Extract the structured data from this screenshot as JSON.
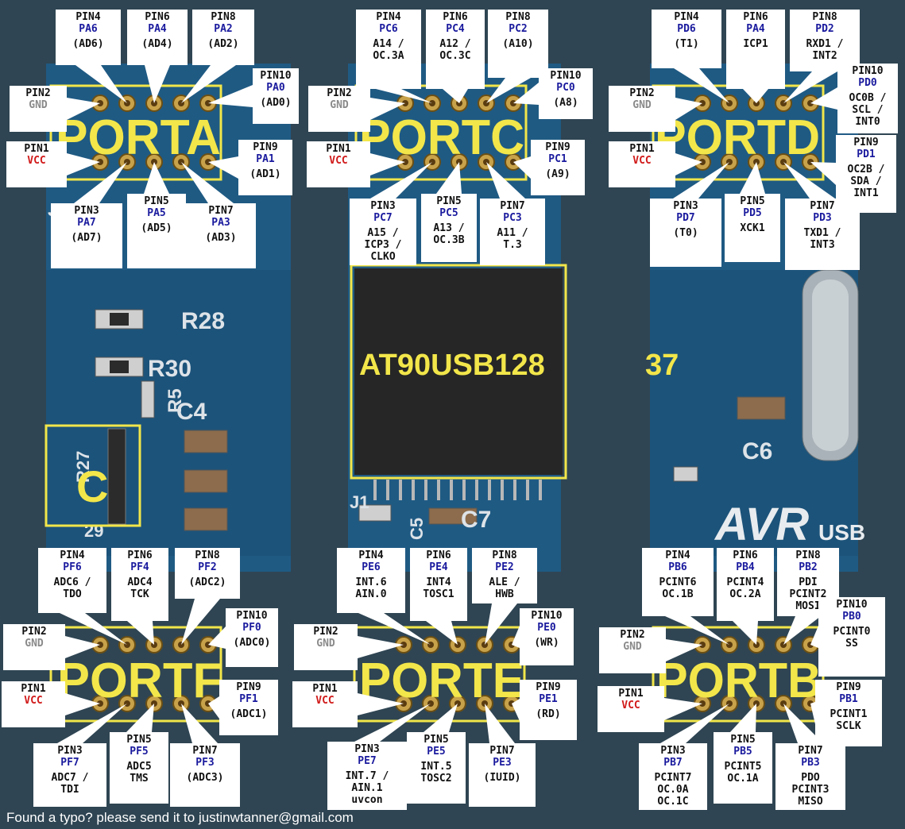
{
  "colors": {
    "background": "#2f4553",
    "pcb": "#1f5a83",
    "label_yellow": "#f2e64a",
    "pin_blue": "#1a1a9e",
    "vcc_red": "#d11a1a",
    "gnd_gray": "#8a8a8a",
    "callout_white": "#ffffff"
  },
  "board_text": {
    "chip_label": "AT90USB128",
    "chip_label_tail": "37",
    "r28": "R28",
    "r30": "R30",
    "r5": "R5",
    "c4": "C4",
    "r27": "R27",
    "r29": "29",
    "c_big": "C",
    "j7": "J7",
    "c6": "C6",
    "c5": "C5",
    "c7": "C7",
    "j1": "J1",
    "avr_logo": "AVR",
    "usb_logo": "USB"
  },
  "ports": {
    "porta": {
      "title": "PORTA",
      "pin1": {
        "pin": "PIN1",
        "port": "VCC"
      },
      "pin2": {
        "pin": "PIN2",
        "port": "GND"
      },
      "pin3": {
        "pin": "PIN3",
        "port": "PA7",
        "func": "(AD7)"
      },
      "pin4": {
        "pin": "PIN4",
        "port": "PA6",
        "func": "(AD6)"
      },
      "pin5": {
        "pin": "PIN5",
        "port": "PA5",
        "func": "(AD5)"
      },
      "pin6": {
        "pin": "PIN6",
        "port": "PA4",
        "func": "(AD4)"
      },
      "pin7": {
        "pin": "PIN7",
        "port": "PA3",
        "func": "(AD3)"
      },
      "pin8": {
        "pin": "PIN8",
        "port": "PA2",
        "func": "(AD2)"
      },
      "pin9": {
        "pin": "PIN9",
        "port": "PA1",
        "func": "(AD1)"
      },
      "pin10": {
        "pin": "PIN10",
        "port": "PA0",
        "func": "(AD0)"
      }
    },
    "portc": {
      "title": "PORTC",
      "pin1": {
        "pin": "PIN1",
        "port": "VCC"
      },
      "pin2": {
        "pin": "PIN2",
        "port": "GND"
      },
      "pin3": {
        "pin": "PIN3",
        "port": "PC7",
        "func": "A15 /",
        "func2": "ICP3 /",
        "func3": "CLKO"
      },
      "pin4": {
        "pin": "PIN4",
        "port": "PC6",
        "func": "A14 /",
        "func2": "OC.3A"
      },
      "pin5": {
        "pin": "PIN5",
        "port": "PC5",
        "func": "A13 /",
        "func2": "OC.3B"
      },
      "pin6": {
        "pin": "PIN6",
        "port": "PC4",
        "func": "A12 /",
        "func2": "OC.3C"
      },
      "pin7": {
        "pin": "PIN7",
        "port": "PC3",
        "func": "A11 /",
        "func2": "T.3"
      },
      "pin8": {
        "pin": "PIN8",
        "port": "PC2",
        "func": "(A10)"
      },
      "pin9": {
        "pin": "PIN9",
        "port": "PC1",
        "func": "(A9)"
      },
      "pin10": {
        "pin": "PIN10",
        "port": "PC0",
        "func": "(A8)"
      }
    },
    "portd": {
      "title": "PORTD",
      "pin1": {
        "pin": "PIN1",
        "port": "VCC"
      },
      "pin2": {
        "pin": "PIN2",
        "port": "GND"
      },
      "pin3": {
        "pin": "PIN3",
        "port": "PD7",
        "func": "(T0)"
      },
      "pin4": {
        "pin": "PIN4",
        "port": "PD6",
        "func": "(T1)"
      },
      "pin5": {
        "pin": "PIN5",
        "port": "PD5",
        "func": "XCK1"
      },
      "pin6": {
        "pin": "PIN6",
        "port": "PA4",
        "func": "ICP1"
      },
      "pin7": {
        "pin": "PIN7",
        "port": "PD3",
        "func": "TXD1 /",
        "func2": "INT3"
      },
      "pin8": {
        "pin": "PIN8",
        "port": "PD2",
        "func": "RXD1 /",
        "func2": "INT2"
      },
      "pin9": {
        "pin": "PIN9",
        "port": "PD1",
        "func": "OC2B /",
        "func2": "SDA /",
        "func3": "INT1"
      },
      "pin10": {
        "pin": "PIN10",
        "port": "PD0",
        "func": "OC0B /",
        "func2": "SCL /",
        "func3": "INT0"
      }
    },
    "portf": {
      "title": "PORTF",
      "pin1": {
        "pin": "PIN1",
        "port": "VCC"
      },
      "pin2": {
        "pin": "PIN2",
        "port": "GND"
      },
      "pin3": {
        "pin": "PIN3",
        "port": "PF7",
        "func": "ADC7 /",
        "func2": "TDI"
      },
      "pin4": {
        "pin": "PIN4",
        "port": "PF6",
        "func": "ADC6 /",
        "func2": "TDO"
      },
      "pin5": {
        "pin": "PIN5",
        "port": "PF5",
        "func": "ADC5",
        "func2": "TMS"
      },
      "pin6": {
        "pin": "PIN6",
        "port": "PF4",
        "func": "ADC4",
        "func2": "TCK"
      },
      "pin7": {
        "pin": "PIN7",
        "port": "PF3",
        "func": "(ADC3)"
      },
      "pin8": {
        "pin": "PIN8",
        "port": "PF2",
        "func": "(ADC2)"
      },
      "pin9": {
        "pin": "PIN9",
        "port": "PF1",
        "func": "(ADC1)"
      },
      "pin10": {
        "pin": "PIN10",
        "port": "PF0",
        "func": "(ADC0)"
      }
    },
    "porte": {
      "title": "PORTE",
      "pin1": {
        "pin": "PIN1",
        "port": "VCC"
      },
      "pin2": {
        "pin": "PIN2",
        "port": "GND"
      },
      "pin3": {
        "pin": "PIN3",
        "port": "PE7",
        "func": "INT.7 /",
        "func2": "AIN.1",
        "func3": "uvcon"
      },
      "pin4": {
        "pin": "PIN4",
        "port": "PE6",
        "func": "INT.6",
        "func2": "AIN.0"
      },
      "pin5": {
        "pin": "PIN5",
        "port": "PE5",
        "func": "INT.5",
        "func2": "TOSC2"
      },
      "pin6": {
        "pin": "PIN6",
        "port": "PE4",
        "func": "INT4",
        "func2": "TOSC1"
      },
      "pin7": {
        "pin": "PIN7",
        "port": "PE3",
        "func": "(IUID)"
      },
      "pin8": {
        "pin": "PIN8",
        "port": "PE2",
        "func": "ALE /",
        "func2": "HWB"
      },
      "pin9": {
        "pin": "PIN9",
        "port": "PE1",
        "func": "(RD)"
      },
      "pin10": {
        "pin": "PIN10",
        "port": "PE0",
        "func": "(WR)"
      }
    },
    "portb": {
      "title": "PORTB",
      "pin1": {
        "pin": "PIN1",
        "port": "VCC"
      },
      "pin2": {
        "pin": "PIN2",
        "port": "GND"
      },
      "pin3": {
        "pin": "PIN3",
        "port": "PB7",
        "func": "PCINT7",
        "func2": "OC.0A",
        "func3": "OC.1C"
      },
      "pin4": {
        "pin": "PIN4",
        "port": "PB6",
        "func": "PCINT6",
        "func2": "OC.1B"
      },
      "pin5": {
        "pin": "PIN5",
        "port": "PB5",
        "func": "PCINT5",
        "func2": "OC.1A"
      },
      "pin6": {
        "pin": "PIN6",
        "port": "PB4",
        "func": "PCINT4",
        "func2": "OC.2A"
      },
      "pin7": {
        "pin": "PIN7",
        "port": "PB3",
        "func": "PDO",
        "func2": "PCINT3",
        "func3": "MISO"
      },
      "pin8": {
        "pin": "PIN8",
        "port": "PB2",
        "func": "PDI",
        "func2": "PCINT2",
        "func3": "MOSI"
      },
      "pin9": {
        "pin": "PIN9",
        "port": "PB1",
        "func": "PCINT1",
        "func2": "SCLK"
      },
      "pin10": {
        "pin": "PIN10",
        "port": "PB0",
        "func": "PCINT0",
        "func2": "SS"
      }
    }
  },
  "footer": "Found  a typo? please send it to justinwtanner@gmail.com"
}
